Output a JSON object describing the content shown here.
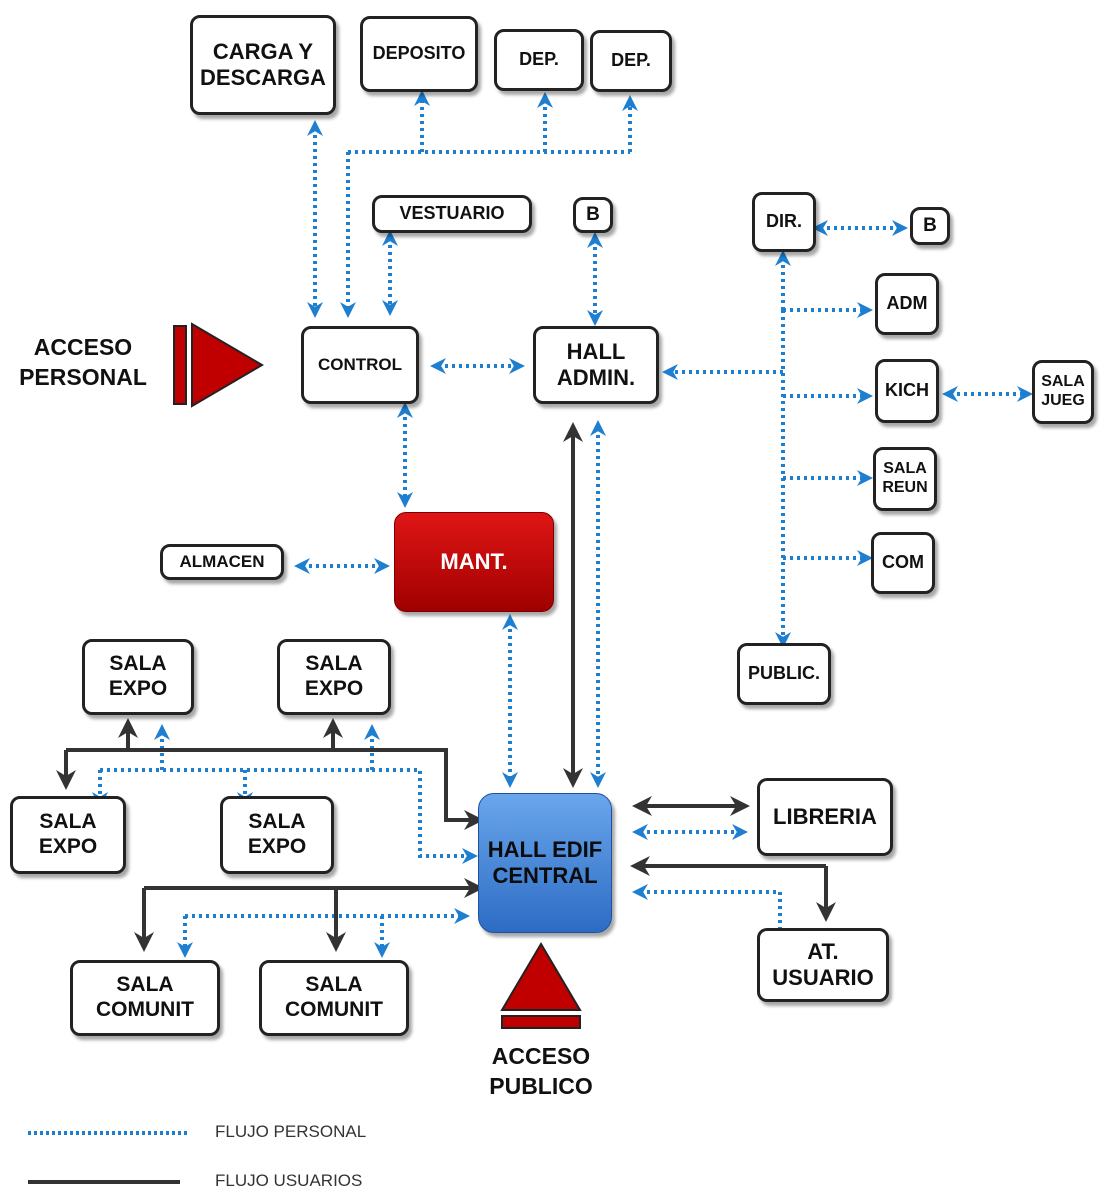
{
  "nodes": {
    "carga": "CARGA Y\nDESCARGA",
    "deposito": "DEPOSITO",
    "dep1": "DEP.",
    "dep2": "DEP.",
    "vestuario": "VESTUARIO",
    "b1": "B",
    "dir": "DIR.",
    "b2": "B",
    "adm": "ADM",
    "kich": "KICH",
    "sala_jueg": "SALA\nJUEG",
    "sala_reun": "SALA\nREUN",
    "com": "COM",
    "public": "PUBLIC.",
    "control": "CONTROL",
    "hall_admin": "HALL\nADMIN.",
    "mant": "MANT.",
    "almacen": "ALMACEN",
    "sala_expo_1": "SALA\nEXPO",
    "sala_expo_2": "SALA\nEXPO",
    "sala_expo_3": "SALA\nEXPO",
    "sala_expo_4": "SALA\nEXPO",
    "hall_central": "HALL EDIF\nCENTRAL",
    "libreria": "LIBRERIA",
    "at_usuario": "AT.\nUSUARIO",
    "sala_comunit_1": "SALA\nCOMUNIT",
    "sala_comunit_2": "SALA\nCOMUNIT"
  },
  "labels": {
    "acceso_personal": "ACCESO\nPERSONAL",
    "acceso_publico": "ACCESO\nPUBLICO"
  },
  "legend": {
    "staff_flow": "FLUJO PERSONAL",
    "user_flow": "FLUJO USUARIOS"
  },
  "colors": {
    "staff_flow": "#1e7fd0",
    "user_flow": "#333333",
    "access_marker": "#c00000",
    "maintenance": "#c00000",
    "hall_central": "#3c7bd6"
  }
}
